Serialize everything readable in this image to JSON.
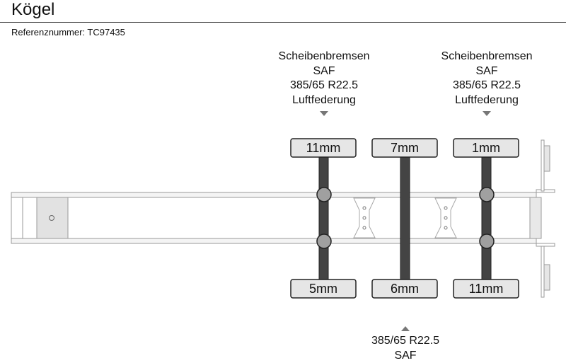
{
  "header": {
    "title": "Kögel",
    "reference": "Referenznummer: TC97435"
  },
  "annotations": {
    "axle1": [
      "Scheibenbremsen",
      "SAF",
      "385/65 R22.5",
      "Luftfederung"
    ],
    "axle3": [
      "Scheibenbremsen",
      "SAF",
      "385/65 R22.5",
      "Luftfederung"
    ],
    "axle2": [
      "385/65 R22.5",
      "SAF"
    ]
  },
  "axles": [
    {
      "top_tread": "11mm",
      "bottom_tread": "5mm",
      "suspension": true
    },
    {
      "top_tread": "7mm",
      "bottom_tread": "6mm",
      "suspension": false
    },
    {
      "top_tread": "1mm",
      "bottom_tread": "11mm",
      "suspension": true
    }
  ],
  "colors": {
    "frame": "#b8b8b8",
    "axle": "#444444",
    "tire_fill": "#e6e6e6",
    "joint": "#a0a0a0",
    "marker": "#777777"
  }
}
